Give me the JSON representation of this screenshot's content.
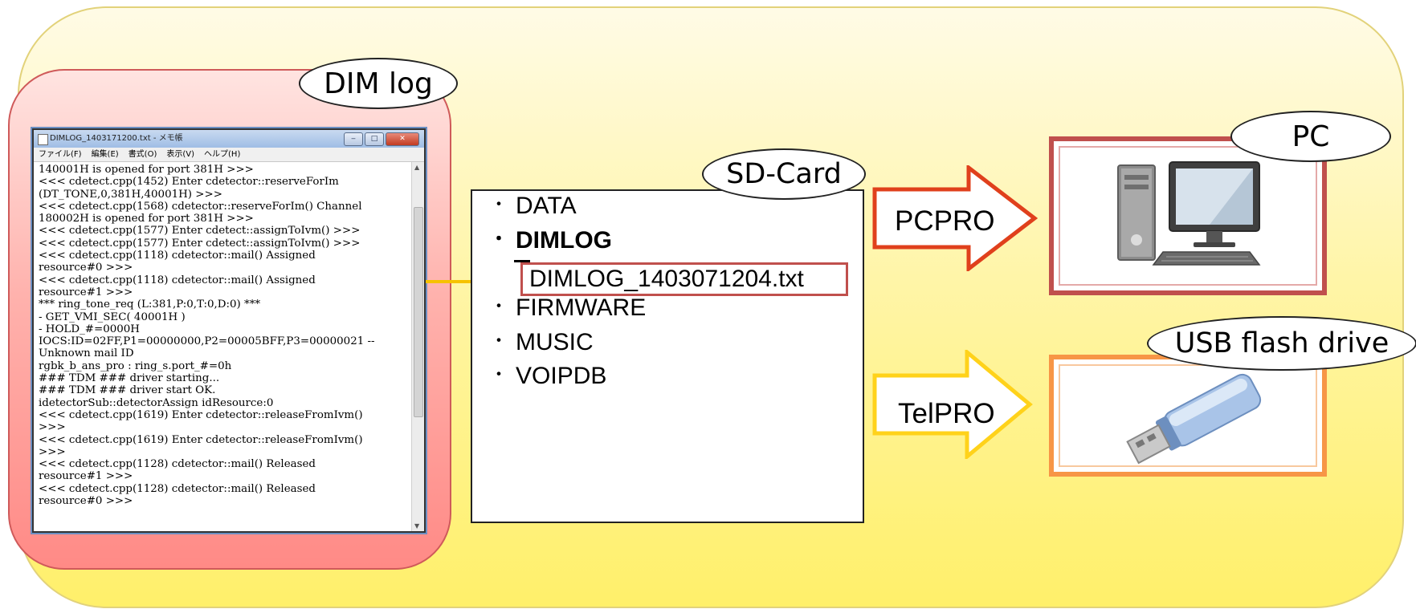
{
  "dim_log": {
    "label": "DIM log",
    "window_title": "DIMLOG_1403171200.txt - メモ帳",
    "menu": [
      "ファイル(F)",
      "編集(E)",
      "書式(O)",
      "表示(V)",
      "ヘルプ(H)"
    ],
    "lines": [
      "140001H is opened for port 381H >>>",
      "<<< cdetect.cpp(1452) Enter cdetector::reserveForIm",
      "(DT_TONE,0,381H,40001H) >>>",
      "<<< cdetect.cpp(1568) cdetector::reserveForIm() Channel",
      "180002H is opened for port 381H >>>",
      "<<< cdetect.cpp(1577) Enter cdetect::assignToIvm() >>>",
      "<<< cdetect.cpp(1577) Enter cdetect::assignToIvm() >>>",
      "<<< cdetect.cpp(1118) cdetector::mail() Assigned",
      "resource#0 >>>",
      "<<< cdetect.cpp(1118) cdetector::mail() Assigned",
      "resource#1 >>>",
      "*** ring_tone_req (L:381,P:0,T:0,D:0) ***",
      "- GET_VMI_SEC( 40001H )",
      "- HOLD_#=0000H",
      "IOCS:ID=02FF,P1=00000000,P2=00005BFF,P3=00000021 --",
      "Unknown mail ID",
      "rgbk_b_ans_pro : ring_s.port_#=0h",
      "### TDM ### driver starting...",
      "### TDM ### driver start OK.",
      "idetectorSub::detectorAssign idResource:0",
      "<<< cdetect.cpp(1619) Enter cdetector::releaseFromIvm()",
      ">>>",
      "<<< cdetect.cpp(1619) Enter cdetector::releaseFromIvm()",
      ">>>",
      "<<< cdetect.cpp(1128) cdetector::mail() Released",
      "resource#1 >>>",
      "<<< cdetect.cpp(1128) cdetector::mail() Released",
      "resource#0 >>>"
    ]
  },
  "sd_card": {
    "label": "SD-Card",
    "folders": [
      "DATA",
      "DIMLOG",
      "FIRMWARE",
      "MUSIC",
      "VOIPDB"
    ],
    "bullet": "・",
    "dimlog_file": "DIMLOG_1403071204.txt"
  },
  "arrows": {
    "pcpro": "PCPRO",
    "telpro": "TelPRO",
    "pcpro_color": "#e0401c",
    "telpro_color": "#ffd21a"
  },
  "targets": {
    "pc": "PC",
    "usb": "USB flash drive"
  },
  "colors": {
    "backdrop": "#fff06a",
    "dim_panel": "#ff8a86",
    "pc_frame": "#c0504d",
    "usb_frame": "#f79646",
    "connector": "#f6c200"
  }
}
